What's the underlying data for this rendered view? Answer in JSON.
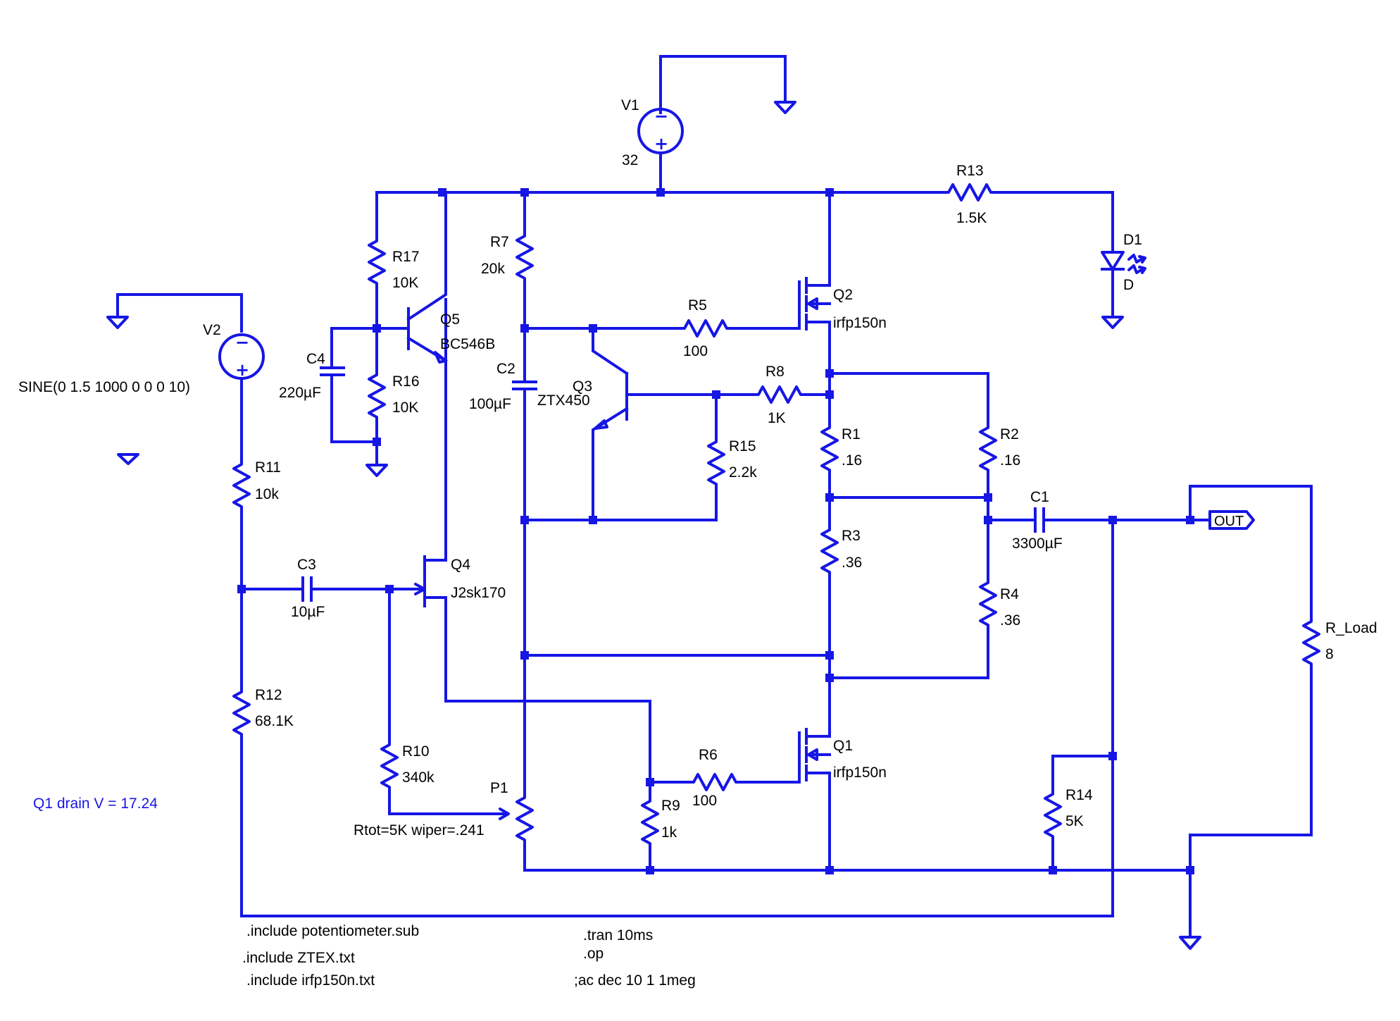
{
  "colors": {
    "wire": "#1616e6",
    "label": "#000000",
    "annotation": "#1616e6",
    "background": "#ffffff"
  },
  "sources": {
    "v1": {
      "name": "V1",
      "value": "32"
    },
    "v2": {
      "name": "V2",
      "value": "SINE(0 1.5 1000 0 0 0 10)"
    }
  },
  "resistors": {
    "r1": {
      "name": "R1",
      "value": ".16"
    },
    "r2": {
      "name": "R2",
      "value": ".16"
    },
    "r3": {
      "name": "R3",
      "value": ".36"
    },
    "r4": {
      "name": "R4",
      "value": ".36"
    },
    "r5": {
      "name": "R5",
      "value": "100"
    },
    "r6": {
      "name": "R6",
      "value": "100"
    },
    "r7": {
      "name": "R7",
      "value": "20k"
    },
    "r8": {
      "name": "R8",
      "value": "1K"
    },
    "r9": {
      "name": "R9",
      "value": "1k"
    },
    "r10": {
      "name": "R10",
      "value": "340k"
    },
    "r11": {
      "name": "R11",
      "value": "10k"
    },
    "r12": {
      "name": "R12",
      "value": "68.1K"
    },
    "r13": {
      "name": "R13",
      "value": "1.5K"
    },
    "r14": {
      "name": "R14",
      "value": "5K"
    },
    "r15": {
      "name": "R15",
      "value": "2.2k"
    },
    "r16": {
      "name": "R16",
      "value": "10K"
    },
    "r17": {
      "name": "R17",
      "value": "10K"
    },
    "rload": {
      "name": "R_Load",
      "value": "8"
    }
  },
  "capacitors": {
    "c1": {
      "name": "C1",
      "value": "3300µF"
    },
    "c2": {
      "name": "C2",
      "value": "100µF"
    },
    "c3": {
      "name": "C3",
      "value": "10µF"
    },
    "c4": {
      "name": "C4",
      "value": "220µF"
    }
  },
  "transistors": {
    "q1": {
      "name": "Q1",
      "model": "irfp150n"
    },
    "q2": {
      "name": "Q2",
      "model": "irfp150n"
    },
    "q3": {
      "name": "Q3",
      "model": "ZTX450"
    },
    "q4": {
      "name": "Q4",
      "model": "J2sk170"
    },
    "q5": {
      "name": "Q5",
      "model": "BC546B"
    }
  },
  "diode": {
    "name": "D1",
    "model": "D"
  },
  "potentiometer": {
    "name": "P1",
    "params": "Rtot=5K wiper=.241"
  },
  "output_port": {
    "label": "OUT"
  },
  "annotation": "Q1 drain V = 17.24",
  "directives": {
    "include_pot": ".include potentiometer.sub",
    "include_ztx": ".include ZTEX.txt",
    "include_irf": ".include irfp150n.txt",
    "tran": ".tran 10ms",
    "op": ".op",
    "ac": ";ac dec 10 1 1meg"
  }
}
